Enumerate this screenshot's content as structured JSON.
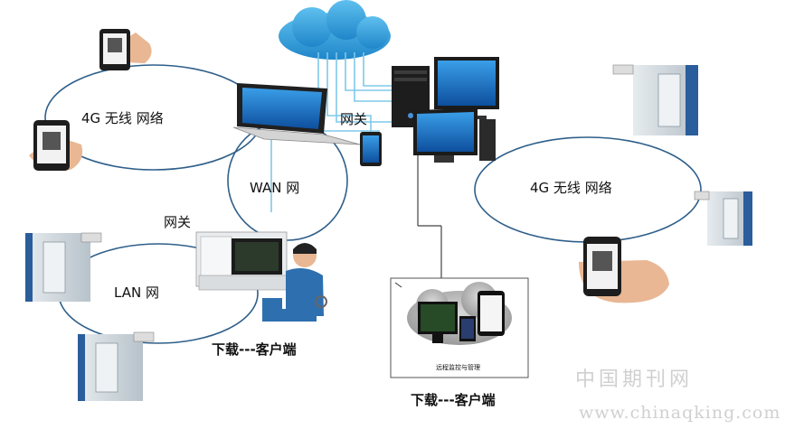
{
  "labels": {
    "wireless_left": "4G 无线 网络",
    "wireless_right": "4G 无线 网络",
    "wan": "WAN 网",
    "lan": "LAN 网",
    "gateway_top": "网关",
    "gateway_mid": "网关",
    "client_left": "下载---客户端",
    "client_right": "下载---客户端",
    "monitor_caption": "远程监控与管理"
  },
  "watermark": {
    "title": "中国期刊网",
    "url": "www.chinaqking.com"
  },
  "colors": {
    "ellipse_stroke": "#2f5f8a",
    "cloud": "#3aa3e0",
    "cable": "#7ec8ea",
    "cabinet": "#c9d2d8",
    "cabinet_accent": "#2a5d9c",
    "worker_shirt": "#2e6fb0"
  }
}
